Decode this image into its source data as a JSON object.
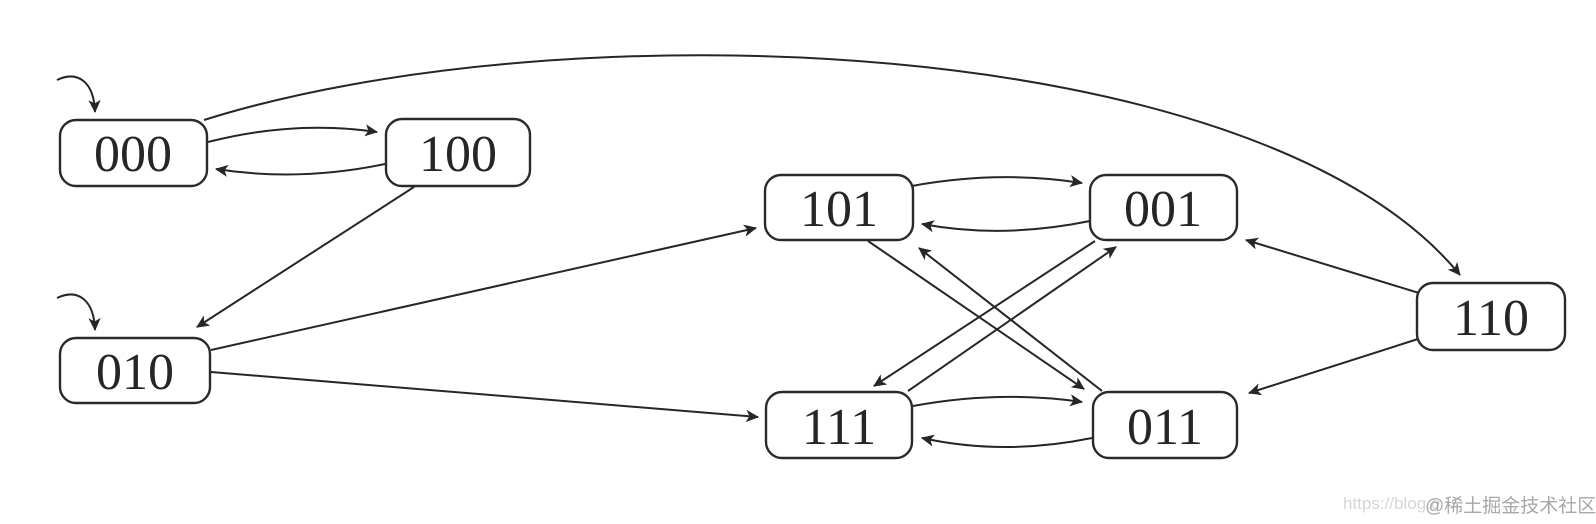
{
  "diagram": {
    "type": "state-transition-diagram",
    "nodes": [
      {
        "id": "000",
        "label": "000"
      },
      {
        "id": "100",
        "label": "100"
      },
      {
        "id": "101",
        "label": "101"
      },
      {
        "id": "001",
        "label": "001"
      },
      {
        "id": "010",
        "label": "010"
      },
      {
        "id": "111",
        "label": "111"
      },
      {
        "id": "011",
        "label": "011"
      },
      {
        "id": "110",
        "label": "110"
      }
    ],
    "initial_states": [
      "000",
      "010"
    ],
    "edges": [
      {
        "from": "start",
        "to": "000"
      },
      {
        "from": "start",
        "to": "010"
      },
      {
        "from": "000",
        "to": "100"
      },
      {
        "from": "100",
        "to": "000"
      },
      {
        "from": "000",
        "to": "110"
      },
      {
        "from": "100",
        "to": "010"
      },
      {
        "from": "010",
        "to": "101"
      },
      {
        "from": "010",
        "to": "111"
      },
      {
        "from": "101",
        "to": "001"
      },
      {
        "from": "001",
        "to": "101"
      },
      {
        "from": "101",
        "to": "011"
      },
      {
        "from": "011",
        "to": "101"
      },
      {
        "from": "001",
        "to": "111"
      },
      {
        "from": "111",
        "to": "001"
      },
      {
        "from": "111",
        "to": "011"
      },
      {
        "from": "011",
        "to": "111"
      },
      {
        "from": "110",
        "to": "001"
      },
      {
        "from": "110",
        "to": "011"
      }
    ],
    "colors": {
      "line": "#262626",
      "node_fill": "#ffffff",
      "background": "#ffffff"
    }
  },
  "watermark": {
    "url_text": "https://blog.c",
    "community_text": "@稀土掘金技术社区",
    "url_color": "#d7d5d5",
    "community_color": "#a9a7a7"
  }
}
